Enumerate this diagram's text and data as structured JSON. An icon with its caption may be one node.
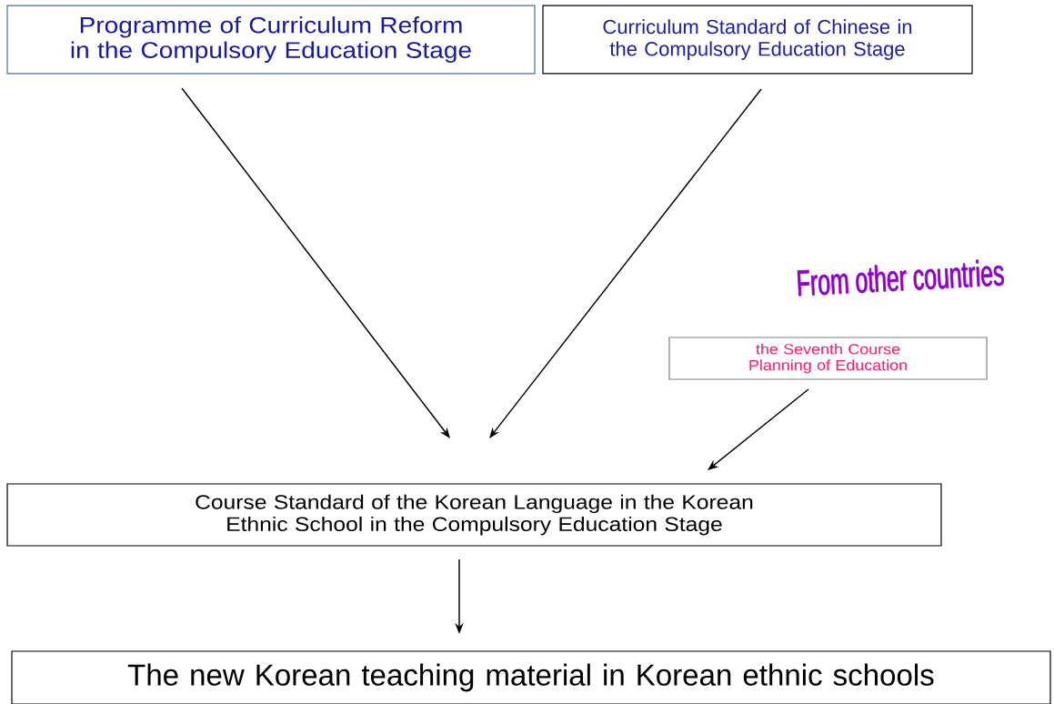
{
  "diagram": {
    "nodes": [
      {
        "text": [
          "Programme of Curriculum Reform in the Compulsory Education Stage"
        ]
      },
      {
        "text": [
          "Curriculum Standard of Chinese in the Compulsory Education Stage"
        ]
      },
      {
        "text": [
          "the Seventh Course Planning of Education"
        ]
      },
      {
        "text": [
          "Course Standard of the Korean Language in the Korean Ethnic School in the Compulsory Education Stage"
        ]
      },
      {
        "text": [
          "The new Korean teaching material in Korean ethnic schools"
        ]
      }
    ],
    "edges": [
      {
        "from": 0,
        "to": 3,
        "arrow": "to"
      },
      {
        "from": 1,
        "to": 3,
        "arrow": "to"
      },
      {
        "from": 2,
        "to": 3,
        "arrow": "to"
      },
      {
        "from": 3,
        "to": 4,
        "arrow": "to"
      }
    ],
    "labels": [
      "From other countries"
    ]
  }
}
